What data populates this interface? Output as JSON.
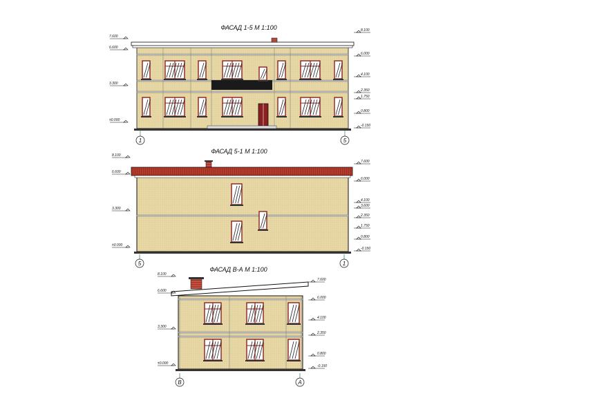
{
  "drawing": {
    "colors": {
      "wall": "#e7d8a6",
      "wall_dots": "#c8b680",
      "roof_red": "#b23a2a",
      "frame": "#8a2020",
      "line": "#111111",
      "axis_green": "#2e7d32"
    },
    "facade_1": {
      "title": "ФАСАД 1-5  М 1:100",
      "axis_left": "1",
      "axis_right": "5",
      "levels_left": [
        "7.600",
        "6.600",
        "3.300",
        "±0.000"
      ],
      "levels_right": [
        "8.100",
        "6.000",
        "4.100",
        "2.350",
        "1.750",
        "0.800",
        "-0.150"
      ]
    },
    "facade_2": {
      "title": "ФАСАД 5-1  М 1:100",
      "axis_left": "5",
      "axis_right": "1",
      "levels_left": [
        "8.100",
        "6.600",
        "3.300",
        "±0.000"
      ],
      "levels_right": [
        "7.600",
        "6.000",
        "4.100",
        "3.600",
        "2.350",
        "1.750",
        "0.800",
        "-0.150"
      ]
    },
    "facade_3": {
      "title": "ФАСАД В-А  М 1:100",
      "axis_left": "В",
      "axis_right": "А",
      "levels_left": [
        "8.100",
        "6.600",
        "3.300",
        "±0.000"
      ],
      "levels_right": [
        "7.600",
        "6.000",
        "4.100",
        "2.350",
        "0.800",
        "-0.150"
      ]
    }
  }
}
